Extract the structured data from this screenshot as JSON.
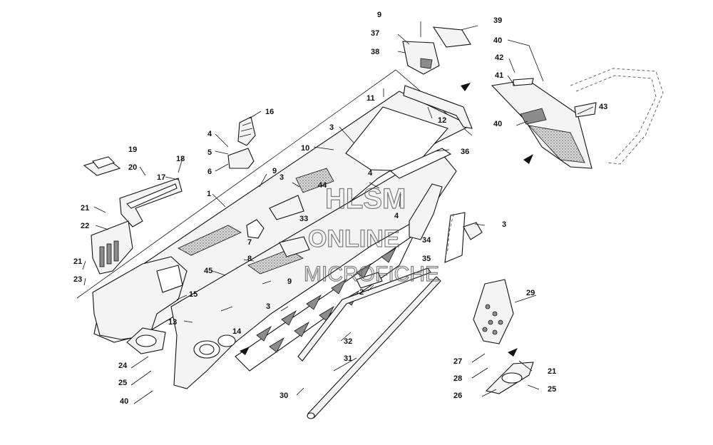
{
  "watermark": {
    "line1": "HLSM",
    "line2": "ONLINE",
    "line3": "MICROFICHE"
  },
  "callouts": {
    "c1": "1",
    "c2": "2",
    "c3a": "3",
    "c3b": "3",
    "c3c": "3",
    "c3d": "3",
    "c4a": "4",
    "c4b": "4",
    "c4c": "4",
    "c5": "5",
    "c6": "6",
    "c7": "7",
    "c8": "8",
    "c9a": "9",
    "c9b": "9",
    "c9c": "9",
    "c10": "10",
    "c11": "11",
    "c12": "12",
    "c13": "13",
    "c14": "14",
    "c15": "15",
    "c16": "16",
    "c17": "17",
    "c18": "18",
    "c19": "19",
    "c20": "20",
    "c21a": "21",
    "c21b": "21",
    "c21c": "21",
    "c22": "22",
    "c23": "23",
    "c24": "24",
    "c25a": "25",
    "c25b": "25",
    "c26": "26",
    "c27": "27",
    "c28": "28",
    "c29": "29",
    "c30": "30",
    "c31": "31",
    "c32": "32",
    "c33": "33",
    "c34": "34",
    "c35": "35",
    "c36": "36",
    "c37": "37",
    "c38": "38",
    "c39": "39",
    "c40a": "40",
    "c40b": "40",
    "c40c": "40",
    "c41": "41",
    "c42": "42",
    "c43": "43",
    "c44": "44",
    "c45": "45"
  }
}
